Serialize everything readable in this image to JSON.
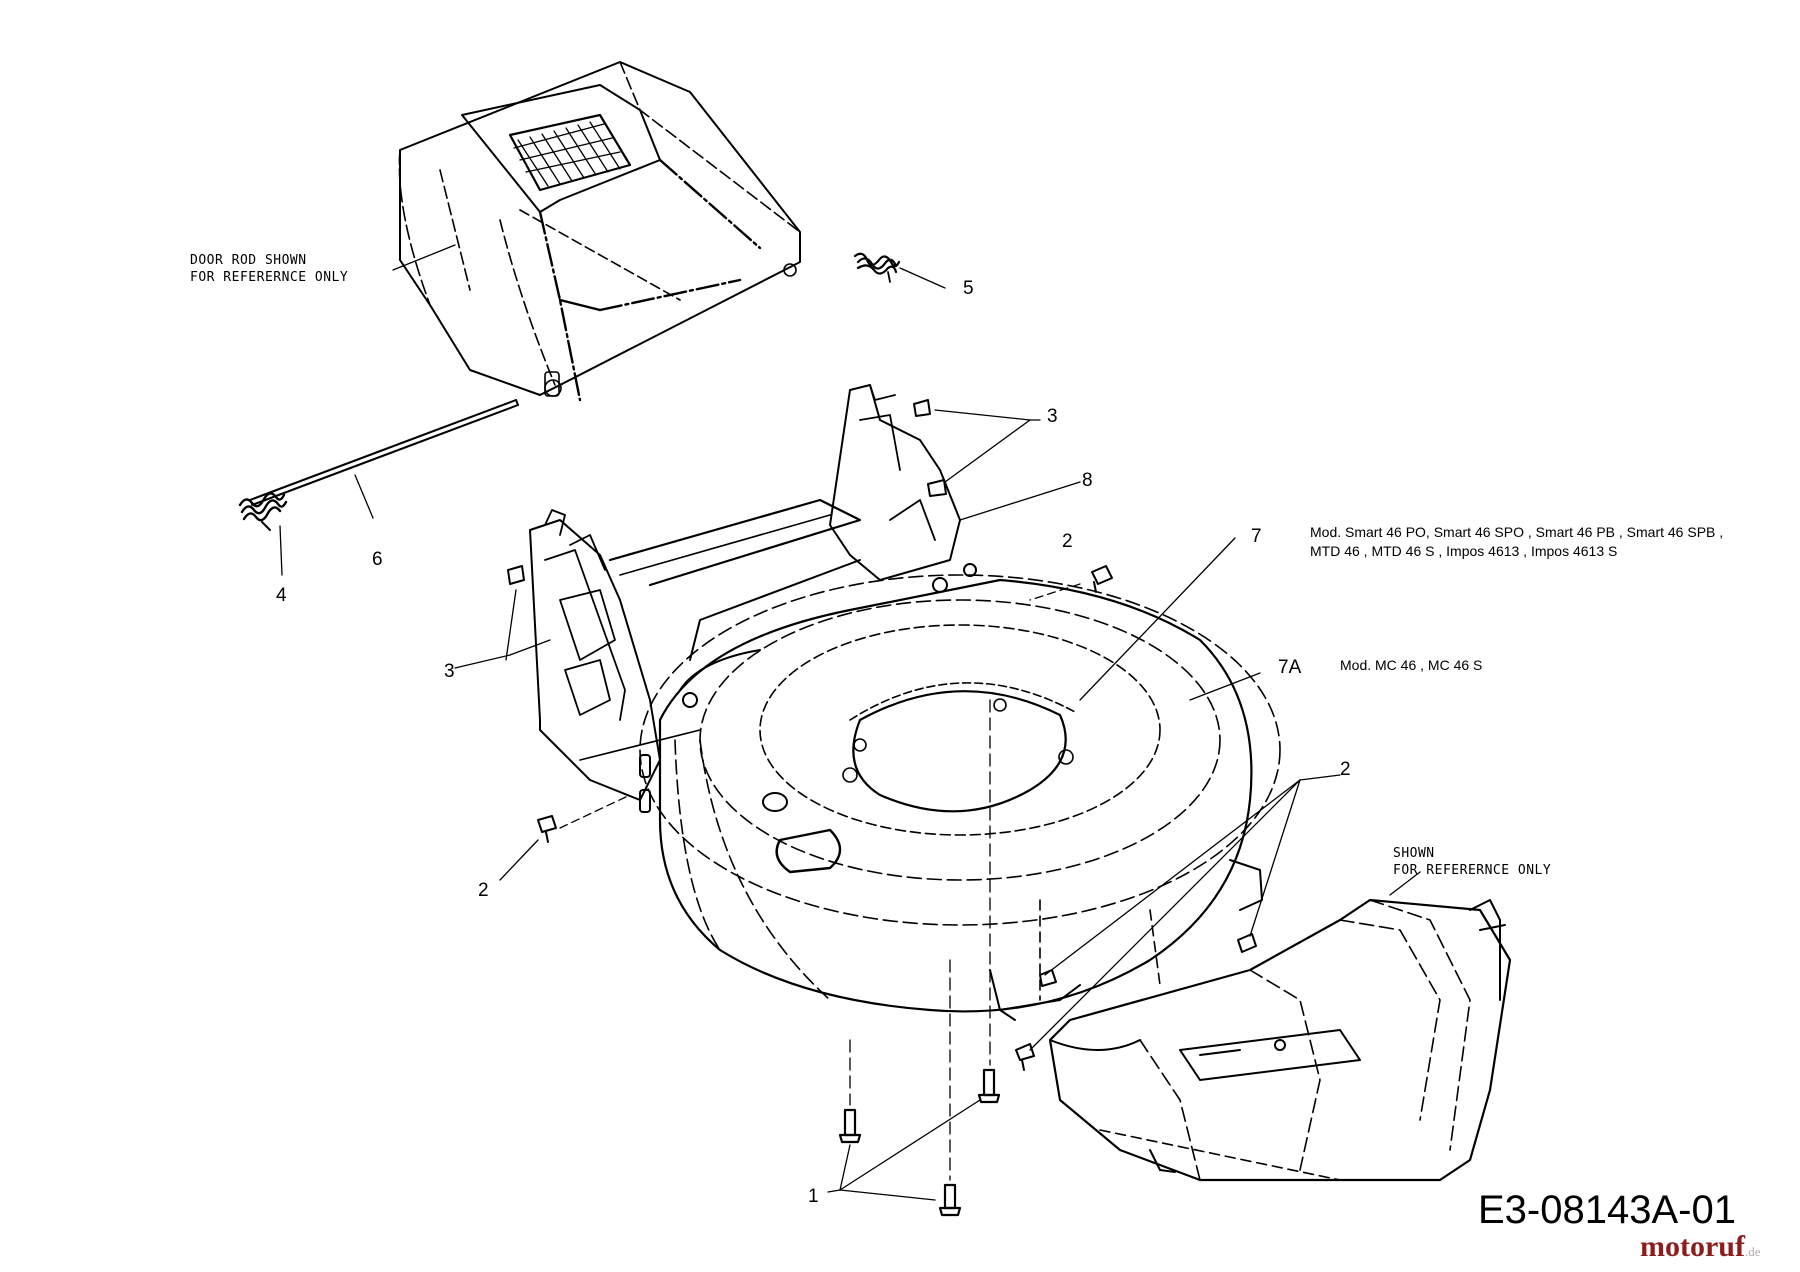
{
  "notes": {
    "door_rod": [
      "DOOR ROD SHOWN",
      "FOR REFERERNCE ONLY"
    ],
    "shown": [
      "SHOWN",
      "FOR REFERERNCE ONLY"
    ]
  },
  "models": {
    "m7_line1": "Mod.  Smart 46 PO, Smart 46 SPO , Smart 46 PB , Smart 46 SPB ,",
    "m7_line2": "MTD 46 , MTD 46 S ,  Impos 4613 , Impos 4613 S",
    "m7a": "Mod.   MC 46 ,  MC 46 S"
  },
  "callouts": {
    "c1": "1",
    "c2": "2",
    "c3": "3",
    "c4": "4",
    "c5": "5",
    "c6": "6",
    "c7": "7",
    "c7a": "7A",
    "c8": "8"
  },
  "diagram_code": "E3-08143A-01",
  "brand": {
    "name": "motoruf",
    "tld": ".de",
    "color": "#8c1d1d"
  }
}
